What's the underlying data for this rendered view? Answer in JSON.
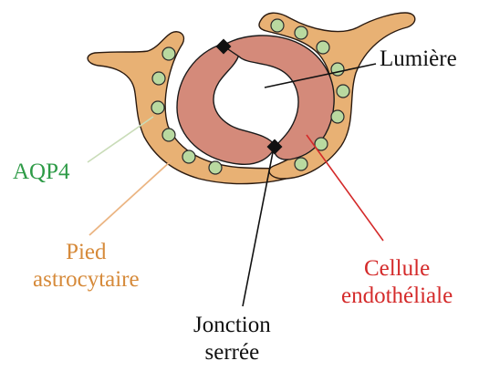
{
  "colors": {
    "astrocyte": "#e8b174",
    "astrocyte_outline": "#2a1a10",
    "endothelial": "#d48a7a",
    "endothelial_outline": "#1a1a1a",
    "aqp4_fill": "#b9d9a0",
    "aqp4_outline": "#2a2a2a",
    "aqp4_text": "#2e9b47",
    "pied_text": "#d68a3a",
    "cellule_text": "#d42a2a",
    "black_text": "#111111"
  },
  "labels": {
    "lumiere": "Lumière",
    "aqp4": "AQP4",
    "pied_line1": "Pied",
    "pied_line2": "astrocytaire",
    "cellule_line1": "Cellule",
    "cellule_line2": "endothéliale",
    "jonction_line1": "Jonction",
    "jonction_line2": "serrée"
  }
}
